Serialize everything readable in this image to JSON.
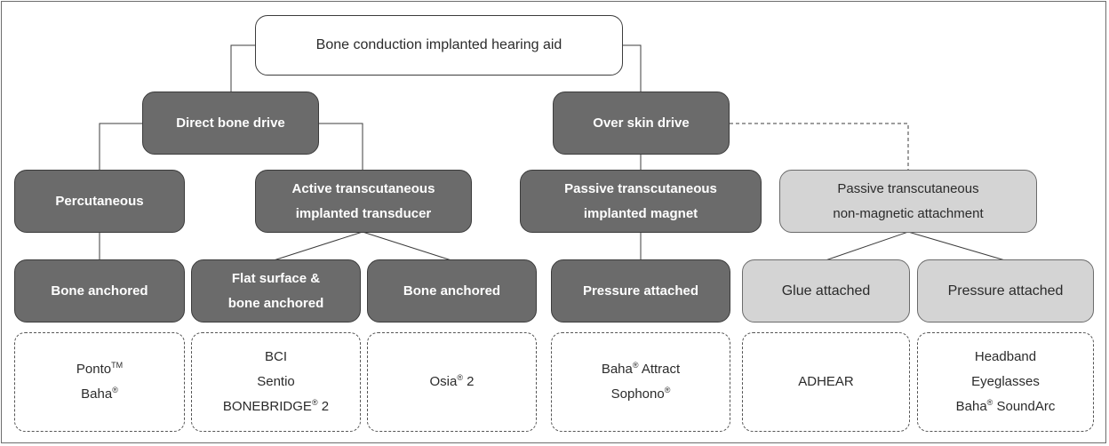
{
  "root": {
    "label": "Bone conduction implanted hearing aid"
  },
  "level1": {
    "direct": {
      "label": "Direct bone drive"
    },
    "overskin": {
      "label": "Over skin drive"
    }
  },
  "level2": {
    "percutaneous": {
      "label": "Percutaneous"
    },
    "active": {
      "line1": "Active transcutaneous",
      "line2": "implanted transducer"
    },
    "passive_magnet": {
      "line1": "Passive transcutaneous",
      "line2": "implanted magnet"
    },
    "passive_nonmag": {
      "line1": "Passive transcutaneous",
      "line2": "non-magnetic attachment"
    }
  },
  "level3": {
    "bone_anchored_1": {
      "label": "Bone anchored"
    },
    "flat_surface": {
      "line1": "Flat surface &",
      "line2": "bone anchored"
    },
    "bone_anchored_2": {
      "label": "Bone anchored"
    },
    "pressure_1": {
      "label": "Pressure attached"
    },
    "glue": {
      "label": "Glue attached"
    },
    "pressure_2": {
      "label": "Pressure attached"
    }
  },
  "devices": {
    "ponto": {
      "name": "Ponto",
      "mark": "TM"
    },
    "baha": {
      "name": "Baha",
      "mark": "®"
    },
    "bci": {
      "name": "BCI"
    },
    "sentio": {
      "name": "Sentio"
    },
    "bonebridge": {
      "name": "BONEBRIDGE",
      "mark": "®",
      "suffix": " 2"
    },
    "osia": {
      "name": "Osia",
      "mark": "®",
      "suffix": " 2"
    },
    "baha_attract": {
      "name": "Baha",
      "mark": "®",
      "suffix": " Attract"
    },
    "sophono": {
      "name": "Sophono",
      "mark": "®"
    },
    "adhear": {
      "name": "ADHEAR"
    },
    "headband": {
      "name": "Headband"
    },
    "eyeglasses": {
      "name": "Eyeglasses"
    },
    "baha_soundarc": {
      "name": "Baha",
      "mark": "®",
      "suffix": " SoundArc"
    }
  },
  "colors": {
    "dark_fill": "#6b6b6b",
    "light_fill": "#d4d4d4",
    "line": "#3c3c3c"
  }
}
